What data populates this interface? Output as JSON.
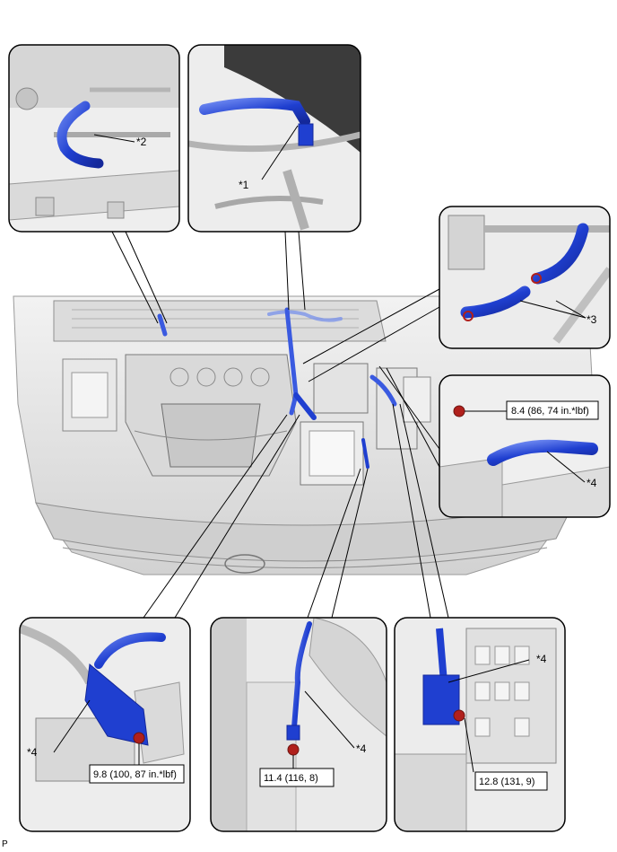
{
  "callouts": {
    "c1": "*1",
    "c2": "*2",
    "c3": "*3",
    "c4_mid_right": "*4",
    "c4_bottom_left": "*4",
    "c4_bottom_center": "*4",
    "c4_bottom_right": "*4"
  },
  "torque": {
    "mid_right": "8.4 (86, 74 in.*lbf)",
    "bottom_left": "9.8 (100, 87 in.*lbf)",
    "bottom_center": "11.4 (116, 8)",
    "bottom_right": "12.8 (131, 9)"
  },
  "figure_code": "P",
  "colors": {
    "hose_blue": "#1f3fd0",
    "hose_blue_light": "#6b86f0",
    "bolt_red": "#b0201c",
    "panel_border": "#000000",
    "line_gray": "#8a8a8a",
    "engine_fill": "#e6e6e6"
  }
}
